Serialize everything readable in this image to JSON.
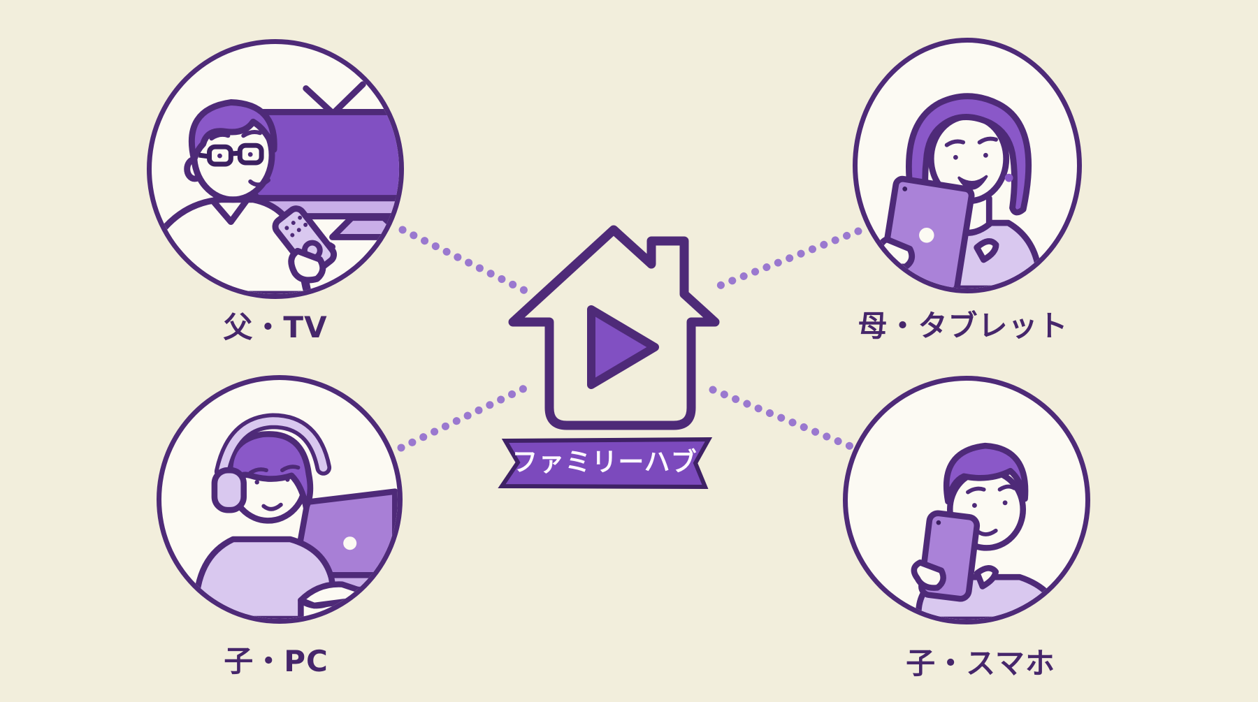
{
  "hub": {
    "label": "ファミリーハブ",
    "icon": "house-play-icon"
  },
  "nodes": [
    {
      "id": "father-tv",
      "label": "父・TV",
      "icon": "father-remote-tv-icon",
      "position": "top-left"
    },
    {
      "id": "mother-tablet",
      "label": "母・タブレット",
      "icon": "mother-tablet-icon",
      "position": "top-right"
    },
    {
      "id": "child-pc",
      "label": "子・PC",
      "icon": "child-headphones-laptop-icon",
      "position": "bottom-left"
    },
    {
      "id": "child-smartphone",
      "label": "子・スマホ",
      "icon": "child-smartphone-icon",
      "position": "bottom-right"
    }
  ],
  "connections": [
    {
      "from": "hub",
      "to": "father-tv",
      "style": "dotted"
    },
    {
      "from": "hub",
      "to": "mother-tablet",
      "style": "dotted"
    },
    {
      "from": "hub",
      "to": "child-pc",
      "style": "dotted"
    },
    {
      "from": "hub",
      "to": "child-smartphone",
      "style": "dotted"
    }
  ],
  "colors": {
    "background": "#f2eedc",
    "outline": "#4e2a78",
    "purple_medium": "#8150c2",
    "purple_hair": "#8a58c8",
    "purple_device": "#aa82d8",
    "purple_light": "#d9c8ef",
    "connector_dot": "#9a78cf",
    "ribbon_fill": "#7c4abd",
    "ribbon_border": "#3f2166",
    "ribbon_text": "#fdfaff",
    "label_text": "#46266b",
    "node_fill": "#fcfaf3"
  }
}
